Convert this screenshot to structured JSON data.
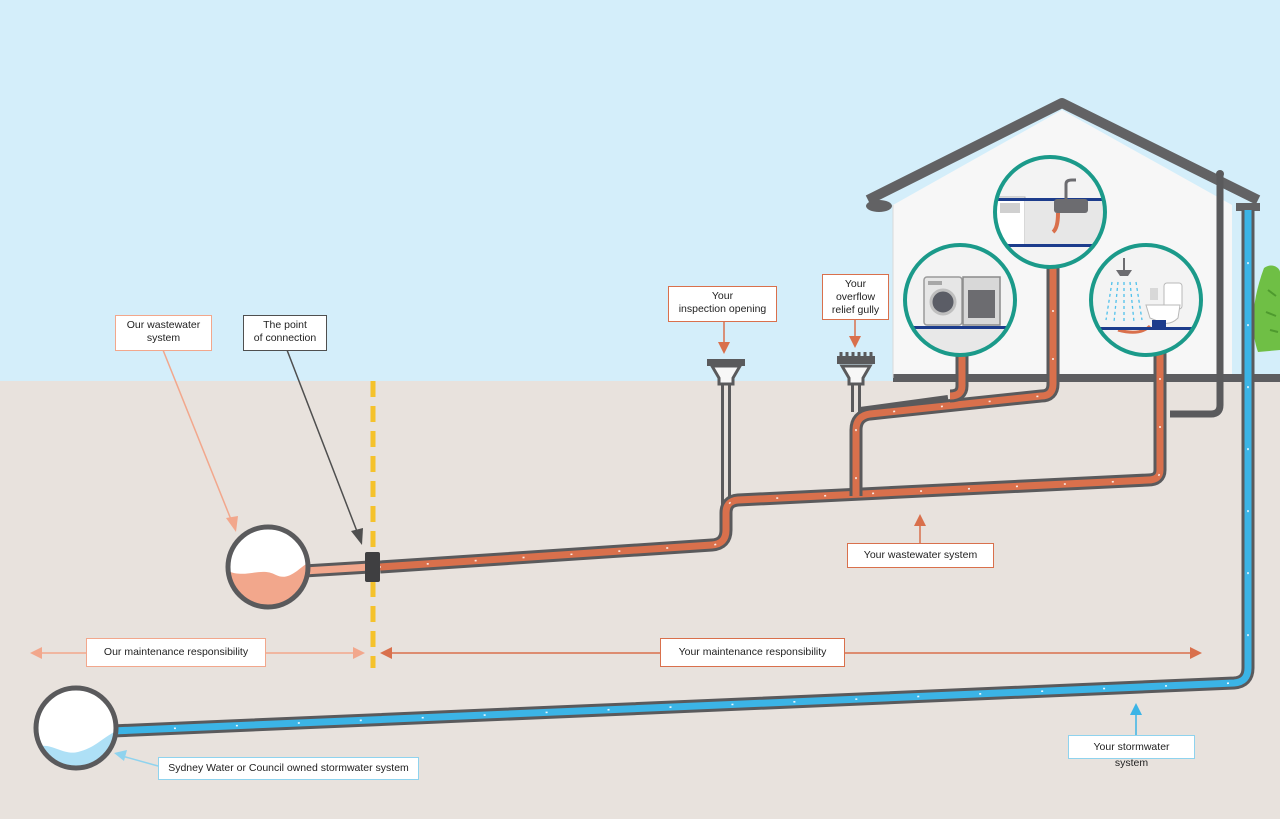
{
  "labels": {
    "our_wastewater": [
      "Our wastewater",
      "system"
    ],
    "point_connection": [
      "The point",
      "of connection"
    ],
    "inspection_opening": [
      "Your",
      "inspection opening"
    ],
    "overflow_gully": [
      "Your",
      "overflow",
      "relief gully"
    ],
    "your_wastewater": "Your wastewater system",
    "our_maintenance": "Our maintenance responsibility",
    "your_maintenance": "Your maintenance responsibility",
    "council_stormwater": "Sydney Water or Council owned stormwater system",
    "your_stormwater": "Your stormwater system"
  },
  "colors": {
    "sky": "#d4eefa",
    "ground": "#e8e2dd",
    "pipe_outline": "#5a5a5c",
    "wastewater": "#d9704c",
    "our_wastewater": "#f2a78c",
    "stormwater": "#3bb4e6",
    "boundary_line": "#f5c22b",
    "room_circle": "#1b9a8a"
  },
  "icons": {
    "room_laundry": "washing-machine-icon",
    "room_kitchen": "kitchen-sink-icon",
    "room_bathroom": "shower-toilet-icon"
  }
}
